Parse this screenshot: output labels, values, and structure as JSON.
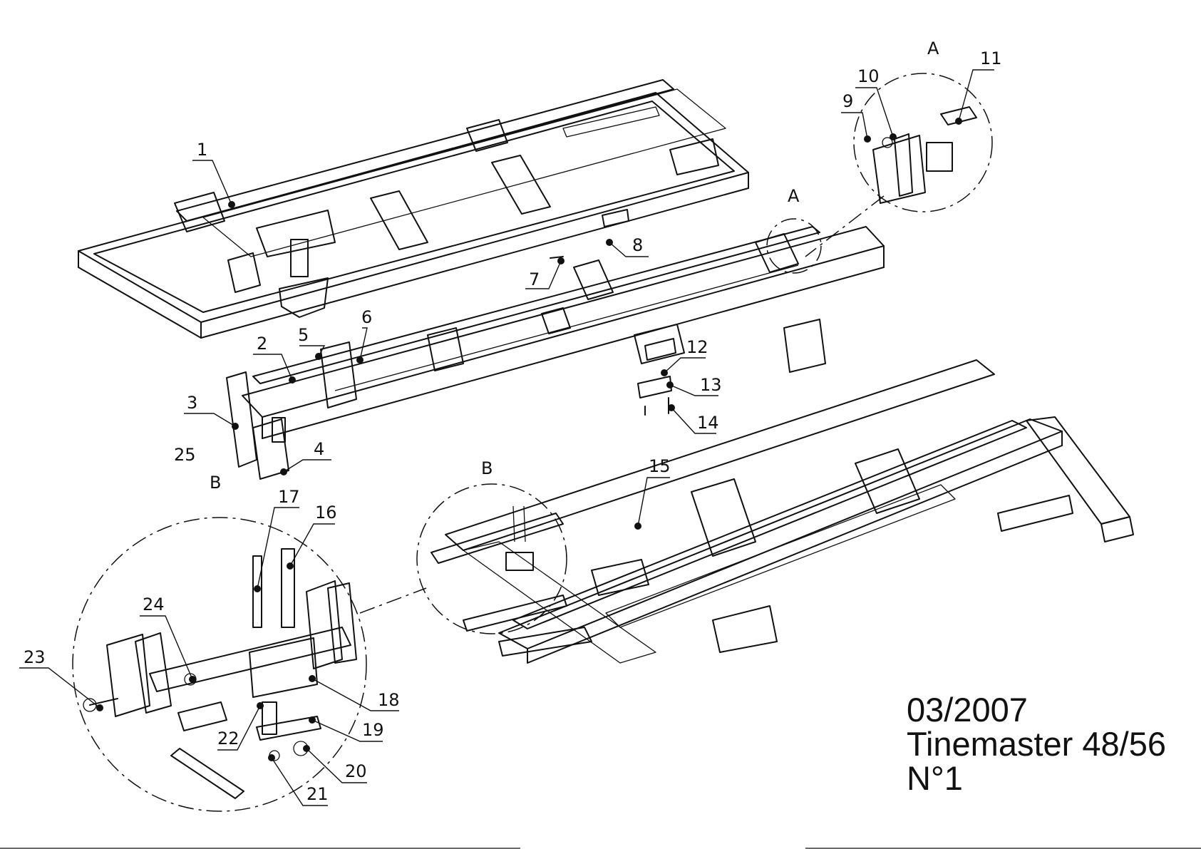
{
  "diagram": {
    "callouts": [
      "1",
      "2",
      "3",
      "4",
      "5",
      "6",
      "7",
      "8",
      "9",
      "10",
      "11",
      "12",
      "13",
      "14",
      "15",
      "16",
      "17",
      "18",
      "19",
      "20",
      "21",
      "22",
      "23",
      "24",
      "25"
    ],
    "detail_labels": [
      "A",
      "A",
      "B",
      "B"
    ]
  },
  "title_block": {
    "date": "03/2007",
    "model": "Tinemaster 48/56",
    "sheet": "N°1"
  }
}
